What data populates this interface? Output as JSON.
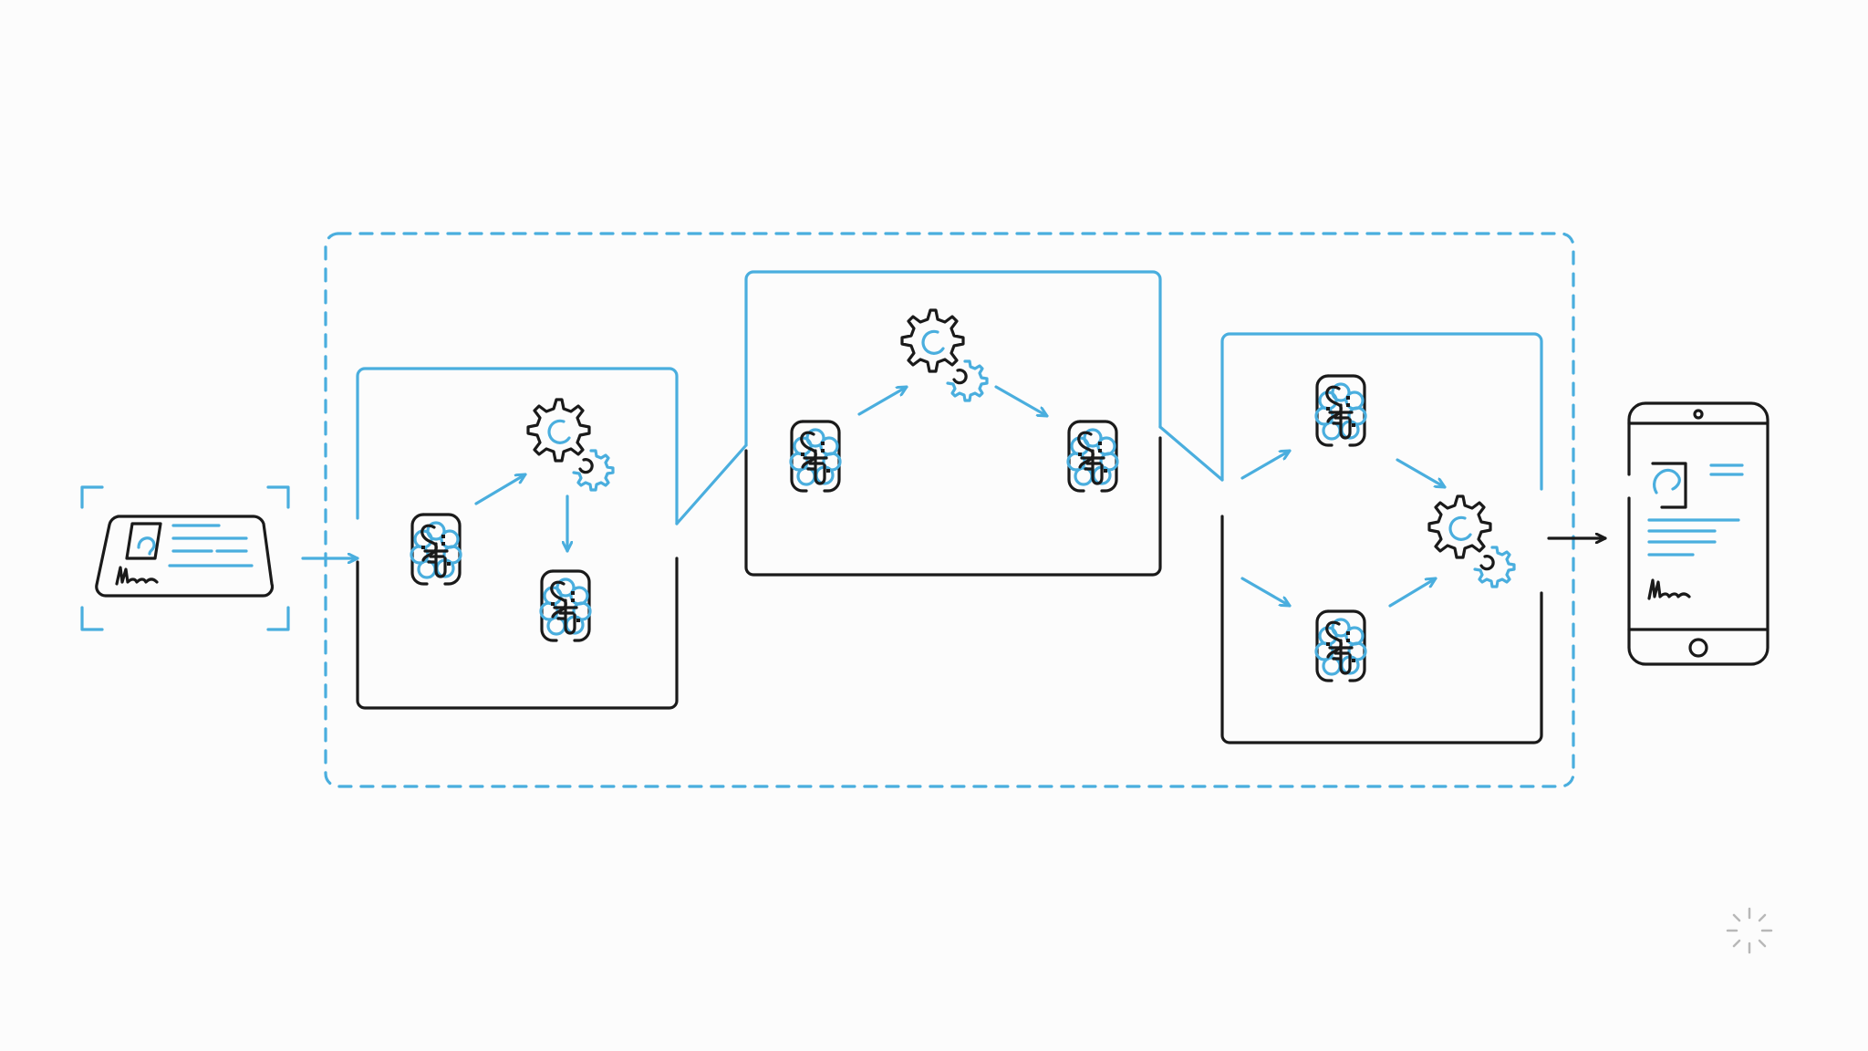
{
  "colors": {
    "accent": "#4aaede",
    "ink": "#1a1a1a",
    "background": "#fcfcfc"
  },
  "icons": [
    "id-card-icon",
    "scan-frame-icon",
    "brain-model-icon",
    "gears-icon",
    "smartphone-icon",
    "loading-spinner-icon"
  ],
  "diagram": {
    "stages": 3,
    "stage_1": {
      "models": 2,
      "gears": 1
    },
    "stage_2": {
      "models": 2,
      "gears": 1
    },
    "stage_3": {
      "models": 2,
      "gears": 1
    }
  }
}
